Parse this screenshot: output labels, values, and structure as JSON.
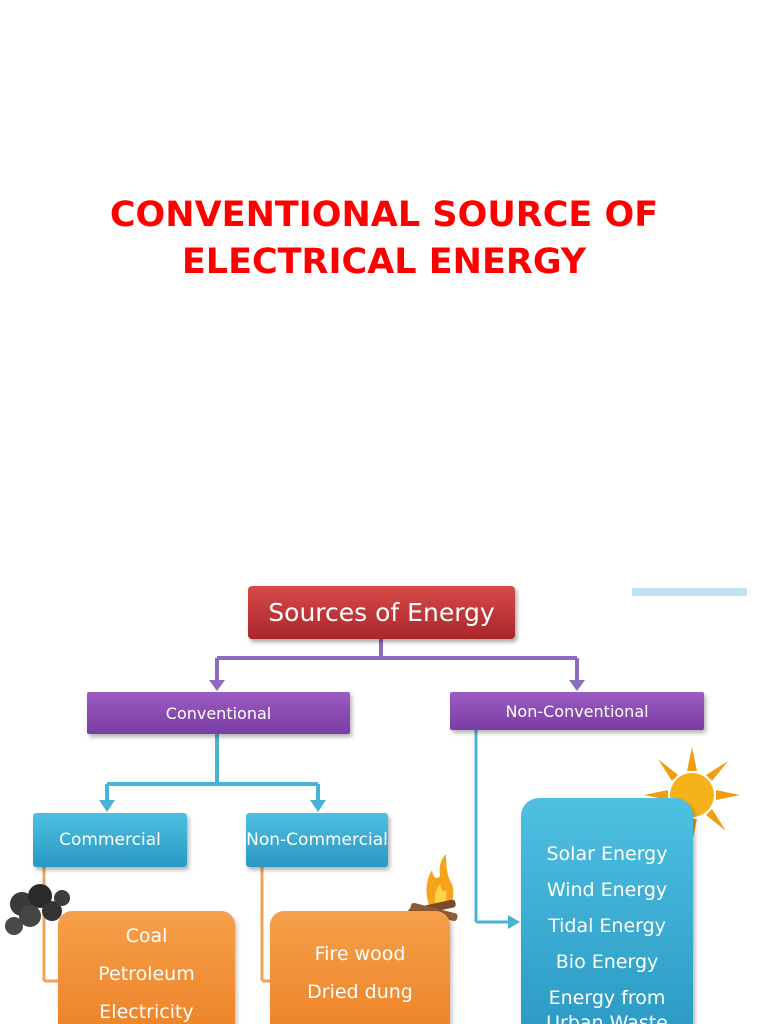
{
  "slide": {
    "title_line1": "CONVENTIONAL SOURCE OF",
    "title_line2": "ELECTRICAL ENERGY",
    "title_color": "#ff0000"
  },
  "diagram": {
    "root": "Sources of Energy",
    "conventional": "Conventional",
    "non_conventional": "Non-Conventional",
    "commercial": "Commercial",
    "non_commercial": "Non-Commercial",
    "commercial_items": [
      "Coal",
      "Petroleum",
      "Electricity"
    ],
    "non_commercial_items": [
      "Fire wood",
      "Dried dung"
    ],
    "non_conventional_items": [
      "Solar Energy",
      "Wind Energy",
      "Tidal Energy",
      "Bio Energy",
      "Energy from Urban Waste"
    ],
    "colors": {
      "root": "#c0353a",
      "purple": "#8a4bb3",
      "cyan": "#38add4",
      "orange": "#f08c33",
      "connector_purple": "#8a6bbf",
      "connector_cyan": "#49b3d6",
      "connector_orange": "#f2a25a"
    },
    "icons": [
      "coal-icon",
      "campfire-icon",
      "sun-icon"
    ]
  }
}
